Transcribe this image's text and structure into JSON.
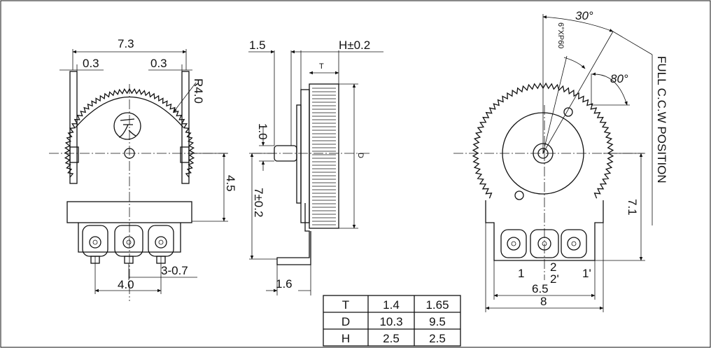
{
  "front_view": {
    "width": "7.3",
    "margin_left": "0.3",
    "margin_right": "0.3",
    "radius": "R4.0",
    "shaft_offset": "4.5",
    "pin_spacing": "4.0",
    "pin_hole": "3-0.7"
  },
  "side_view": {
    "top_left": "1.5",
    "height_tol": "H±0.2",
    "thickness_label": "T",
    "diameter_label": "D",
    "shaft_dia": "1.0",
    "body_height": "7±0.2",
    "pin_len": "1.6"
  },
  "rear_view": {
    "angle_stop": "30°",
    "angle_sweep": "80°",
    "serration": "6°XP60",
    "position_label": "FULL C.C.W POSITION",
    "height": "7.1",
    "pin_spacing": "6.5",
    "width": "8",
    "pin_1": "1",
    "pin_2": "2",
    "pin_2b": "2'",
    "pin_1b": "1'"
  },
  "spec_table": {
    "rows": [
      {
        "key": "T",
        "v1": "1.4",
        "v2": "1.65"
      },
      {
        "key": "D",
        "v1": "10.3",
        "v2": "9.5"
      },
      {
        "key": "H",
        "v1": "2.5",
        "v2": "2.5"
      }
    ]
  }
}
